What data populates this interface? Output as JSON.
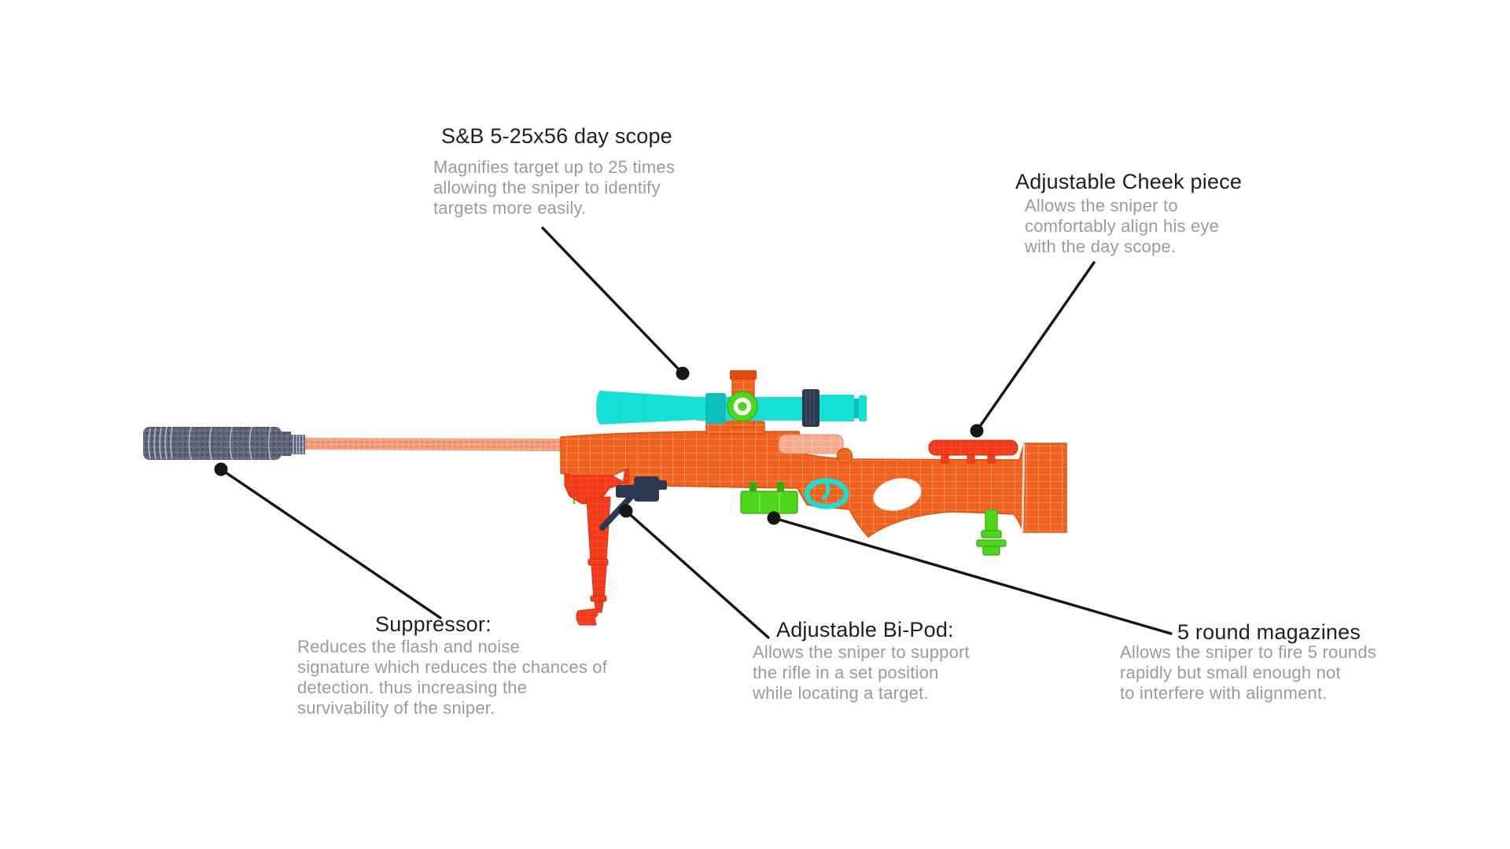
{
  "palette": {
    "background": "#ffffff",
    "title_text": "#1f1f1f",
    "body_text": "#9b9b9b",
    "callout": "#161616",
    "rifle_orange": "#f2611c",
    "rifle_orange_dark": "#e04e0e",
    "barrel_salmon": "#f29b78",
    "scope_cyan": "#14e0d6",
    "scope_cyan_dark": "#0bbfba",
    "accent_red": "#f23a18",
    "accent_green": "#4ed61b",
    "accent_green_dark": "#2fae0a",
    "navy": "#2d3950",
    "suppressor_slate": "#5a6175",
    "suppressor_ring": "#ccd2e0"
  },
  "labels": {
    "scope": {
      "title": "S&B 5-25x56 day scope",
      "lines": [
        "Magnifies target up to 25 times",
        "allowing the sniper to identify",
        "targets more easily."
      ]
    },
    "cheek_piece": {
      "title": "Adjustable Cheek piece",
      "lines": [
        "Allows the sniper to",
        "comfortably align his eye",
        "with the day scope."
      ]
    },
    "suppressor": {
      "title": "Suppressor:",
      "lines": [
        "Reduces the flash and noise",
        "signature which reduces the chances of",
        "detection. thus increasing the",
        "survivability of the sniper."
      ]
    },
    "bipod": {
      "title": "Adjustable Bi-Pod:",
      "lines": [
        "Allows the sniper to support",
        "the rifle in a set position",
        "while locating a target."
      ]
    },
    "magazines": {
      "title": "5 round magazines",
      "lines": [
        "Allows the sniper to fire 5 rounds",
        "rapidly but small enough not",
        "to interfere with alignment."
      ]
    }
  },
  "diagram": {
    "subject": "Sniper rifle wireframe render with annotated parts",
    "parts": [
      "day scope",
      "adjustable cheek piece",
      "suppressor",
      "adjustable bi-pod",
      "5 round magazine"
    ]
  }
}
